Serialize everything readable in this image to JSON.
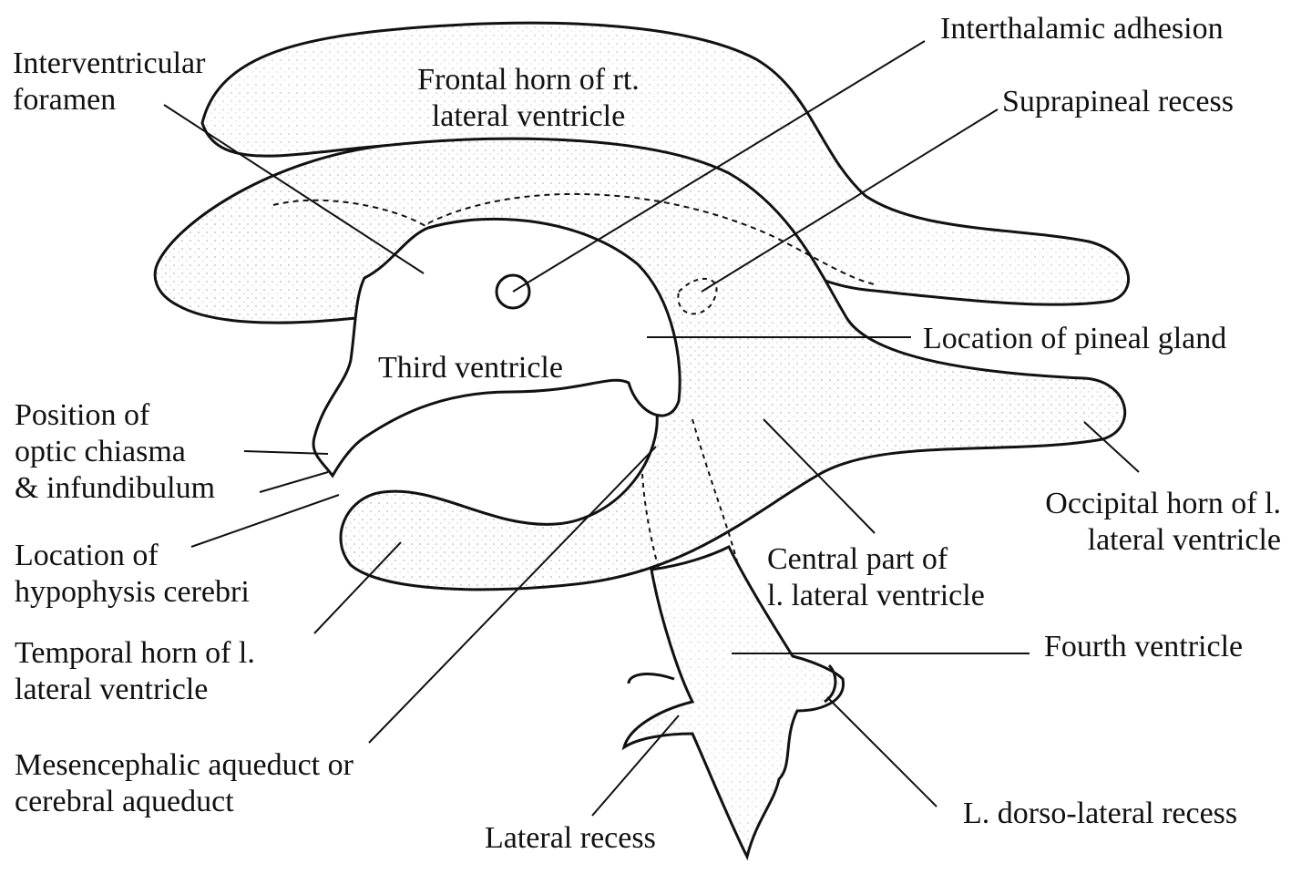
{
  "labels": {
    "interthalamic_adhesion": "Interthalamic adhesion",
    "interventricular_foramen": [
      "Interventricular",
      "foramen"
    ],
    "frontal_horn": [
      "Frontal horn of rt.",
      "lateral ventricle"
    ],
    "suprapineal_recess": "Suprapineal recess",
    "location_pineal_gland": "Location of pineal gland",
    "third_ventricle": "Third ventricle",
    "optic_chiasma": [
      "Position of",
      "optic chiasma",
      "& infundibulum"
    ],
    "occipital_horn": [
      "Occipital horn of l.",
      "lateral ventricle"
    ],
    "hypophysis": [
      "Location of",
      "hypophysis cerebri"
    ],
    "central_part": [
      "Central part of",
      "l. lateral ventricle"
    ],
    "temporal_horn": [
      "Temporal horn of l.",
      "lateral ventricle"
    ],
    "fourth_ventricle": "Fourth ventricle",
    "mesencephalic_aqueduct": [
      "Mesencephalic aqueduct or",
      "cerebral aqueduct"
    ],
    "dorso_lateral_recess": "L. dorso-lateral recess",
    "lateral_recess": "Lateral recess"
  }
}
